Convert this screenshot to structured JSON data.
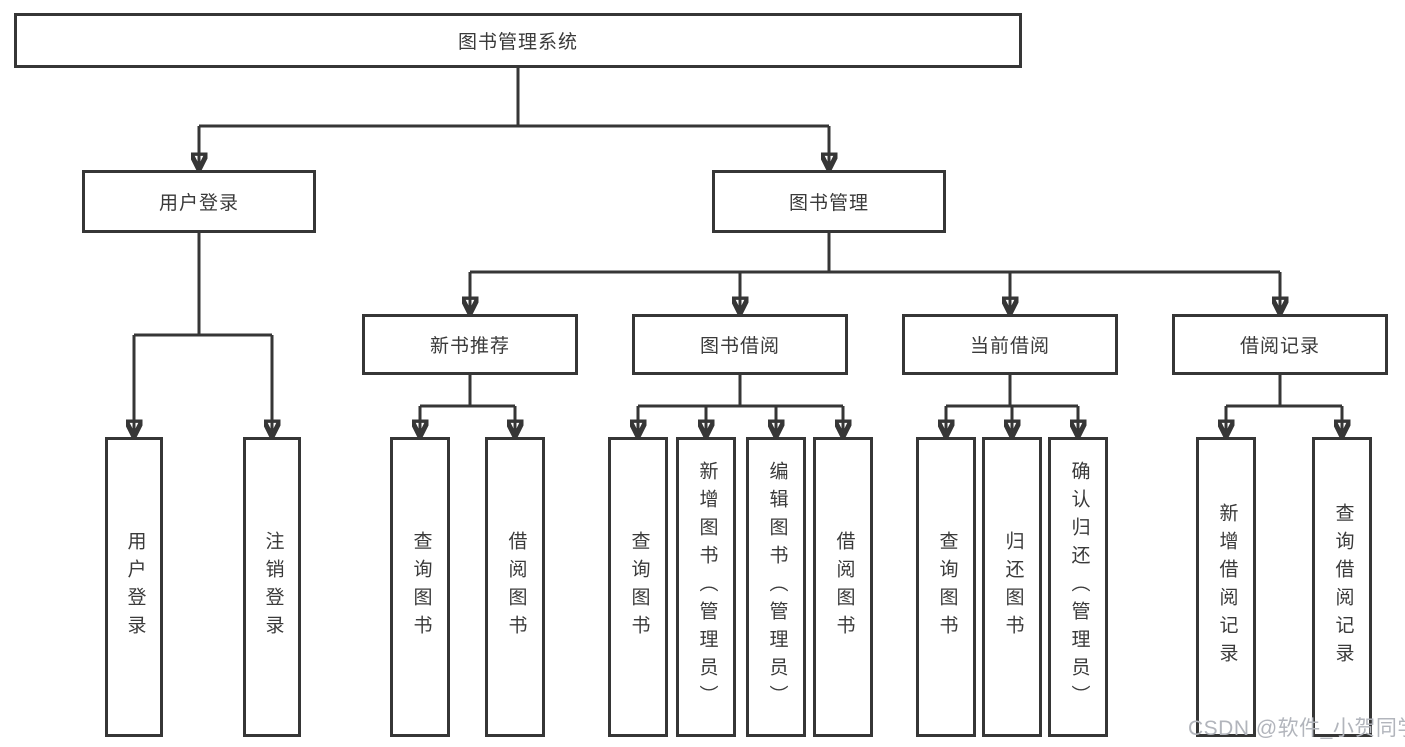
{
  "diagram": {
    "root": {
      "label": "图书管理系统",
      "children": [
        {
          "label": "用户登录",
          "children": [
            {
              "label": "用户登录"
            },
            {
              "label": "注销登录"
            }
          ]
        },
        {
          "label": "图书管理",
          "children": [
            {
              "label": "新书推荐",
              "children": [
                {
                  "label": "查询图书"
                },
                {
                  "label": "借阅图书"
                }
              ]
            },
            {
              "label": "图书借阅",
              "children": [
                {
                  "label": "查询图书"
                },
                {
                  "label": "新增图书（管理员）"
                },
                {
                  "label": "编辑图书（管理员）"
                },
                {
                  "label": "借阅图书"
                }
              ]
            },
            {
              "label": "当前借阅",
              "children": [
                {
                  "label": "查询图书"
                },
                {
                  "label": "归还图书"
                },
                {
                  "label": "确认归还（管理员）"
                }
              ]
            },
            {
              "label": "借阅记录",
              "children": [
                {
                  "label": "新增借阅记录"
                },
                {
                  "label": "查询借阅记录"
                }
              ]
            }
          ]
        }
      ]
    }
  },
  "watermark": {
    "text": "CSDN @软件_小贺同学"
  },
  "colors": {
    "line": "#363636",
    "box_border": "#363636",
    "box_fill": "#ffffff",
    "text": "#3a3a3a",
    "watermark": "#b2b5bc",
    "background": "#ffffff"
  }
}
